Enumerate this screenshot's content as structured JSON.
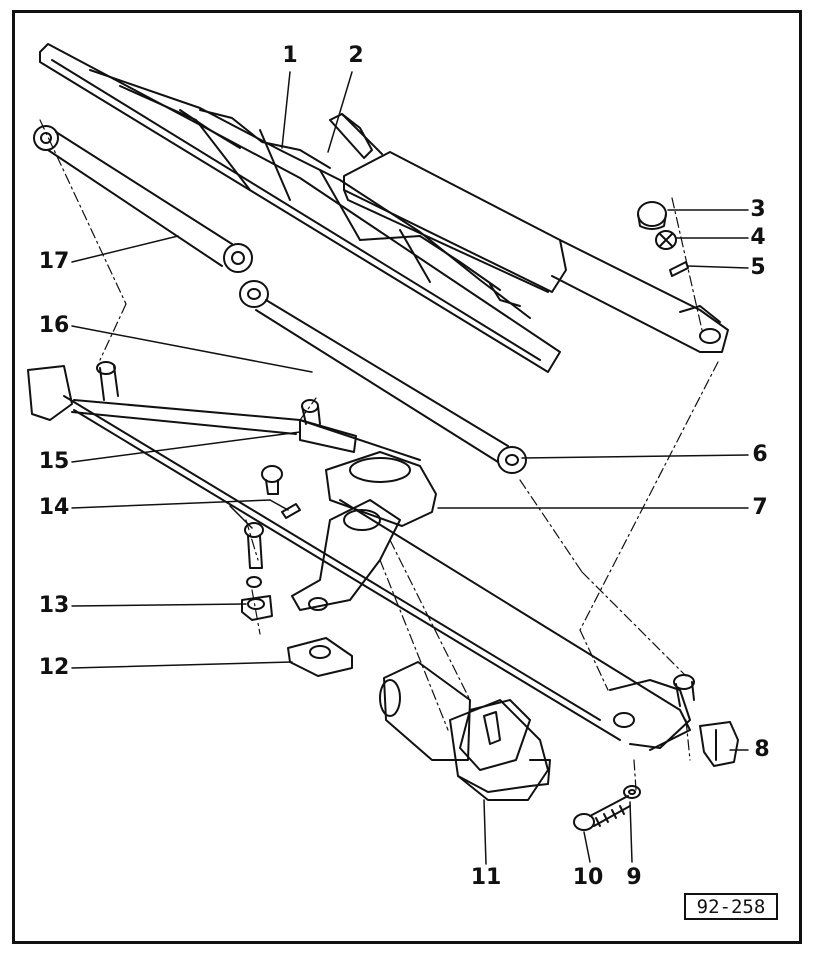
{
  "diagram": {
    "part_numbers": {
      "p1": "1",
      "p2": "2",
      "p3": "3",
      "p4": "4",
      "p5": "5",
      "p6": "6",
      "p7": "7",
      "p8": "8",
      "p9": "9",
      "p10": "10",
      "p11": "11",
      "p12": "12",
      "p13": "13",
      "p14": "14",
      "p15": "15",
      "p16": "16",
      "p17": "17"
    },
    "reference_code": "92-258",
    "ink_color": "#111111",
    "background_color": "#ffffff"
  }
}
